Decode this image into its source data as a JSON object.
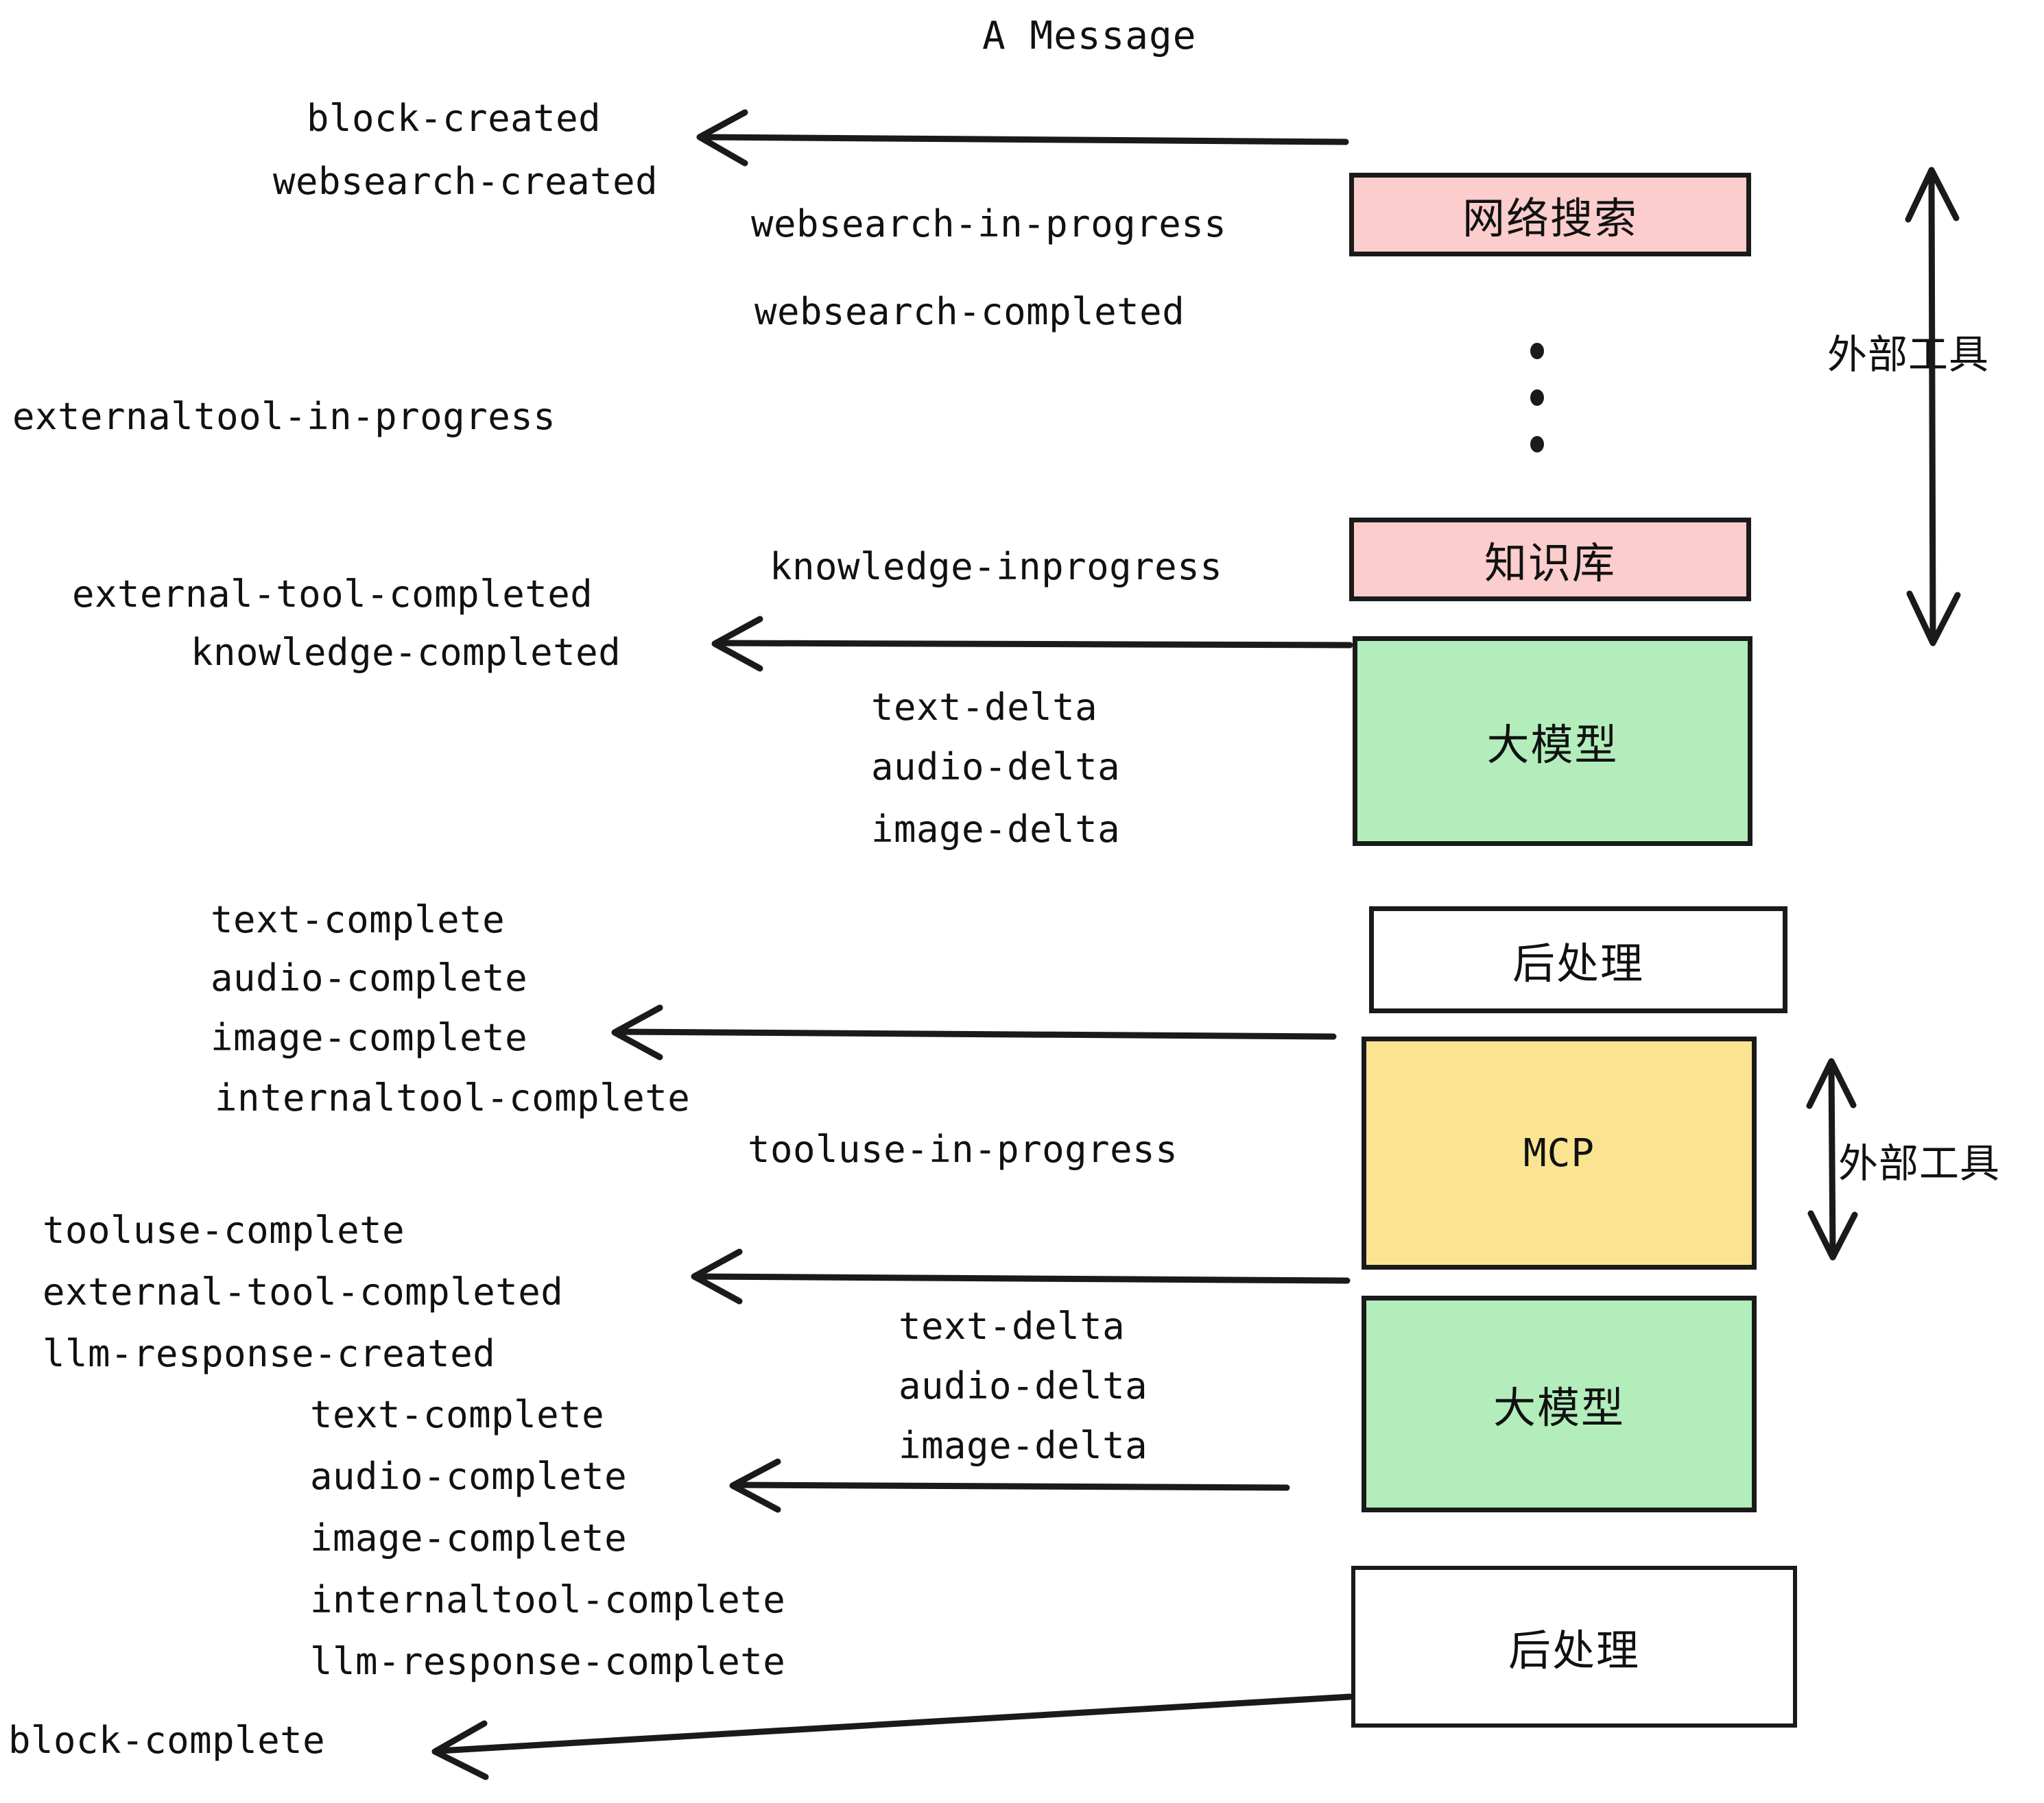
{
  "diagram": {
    "title": "A Message",
    "colors": {
      "pink": "#fbcdcd",
      "green": "#b2edbb",
      "yellow": "#fbe491",
      "white": "#ffffff",
      "stroke": "#1a1a1a",
      "text": "#111111",
      "background": "#ffffff"
    }
  },
  "nodes": [
    {
      "id": "websearch",
      "label": "网络搜索",
      "fill": "#fbcdcd"
    },
    {
      "id": "knowledge",
      "label": "知识库",
      "fill": "#fbcdcd"
    },
    {
      "id": "llm-1",
      "label": "大模型",
      "fill": "#b2edbb"
    },
    {
      "id": "postprocess-1",
      "label": "后处理",
      "fill": "#ffffff"
    },
    {
      "id": "mcp",
      "label": "MCP",
      "fill": "#fbe491"
    },
    {
      "id": "llm-2",
      "label": "大模型",
      "fill": "#b2edbb"
    },
    {
      "id": "postprocess-2",
      "label": "后处理",
      "fill": "#ffffff"
    }
  ],
  "side_labels": [
    {
      "id": "external-tool-top",
      "label": "外部工具"
    },
    {
      "id": "external-tool-bottom",
      "label": "外部工具"
    }
  ],
  "events": {
    "block_created": "block-created",
    "websearch_created": "websearch-created",
    "websearch_in_progress": "websearch-in-progress",
    "websearch_completed": "websearch-completed",
    "externaltool_in_progress": "externaltool-in-progress",
    "knowledge_inprogress": "knowledge-inprogress",
    "external_tool_completed_1": "external-tool-completed",
    "knowledge_completed": "knowledge-completed",
    "text_delta_1": "text-delta",
    "audio_delta_1": "audio-delta",
    "image_delta_1": "image-delta",
    "text_complete_1": "text-complete",
    "audio_complete_1": "audio-complete",
    "image_complete_1": "image-complete",
    "internaltool_complete_1": "internaltool-complete",
    "tooluse_in_progress": "tooluse-in-progress",
    "tooluse_complete": "tooluse-complete",
    "external_tool_completed_2": "external-tool-completed",
    "llm_response_created": "llm-response-created",
    "text_delta_2": "text-delta",
    "audio_delta_2": "audio-delta",
    "image_delta_2": "image-delta",
    "text_complete_2": "text-complete",
    "audio_complete_2": "audio-complete",
    "image_complete_2": "image-complete",
    "internaltool_complete_2": "internaltool-complete",
    "llm_response_complete": "llm-response-complete",
    "block_complete": "block-complete"
  }
}
